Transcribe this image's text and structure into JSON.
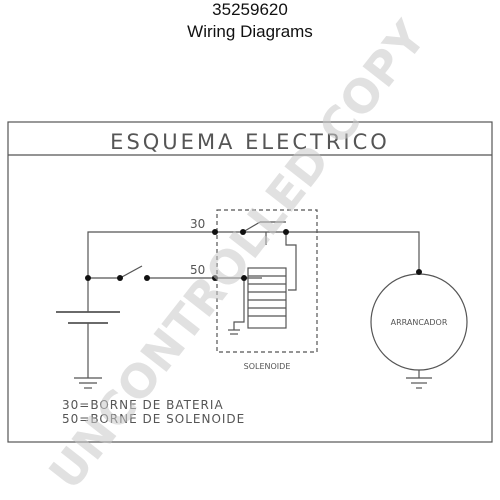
{
  "header": {
    "part_number": "35259620",
    "title": "Wiring Diagrams"
  },
  "diagram": {
    "heading": "ESQUEMA ELECTRICO",
    "terminal_30": "30",
    "terminal_50": "50",
    "solenoid_label": "SOLENOIDE",
    "starter_label": "ARRANCADOR",
    "legend": [
      "30=BORNE DE BATERIA",
      "50=BORNE DE SOLENOIDE"
    ]
  },
  "watermark": "UNCONTROLLED COPY",
  "colors": {
    "line": "#555555",
    "watermark": "#c9c9c9"
  }
}
